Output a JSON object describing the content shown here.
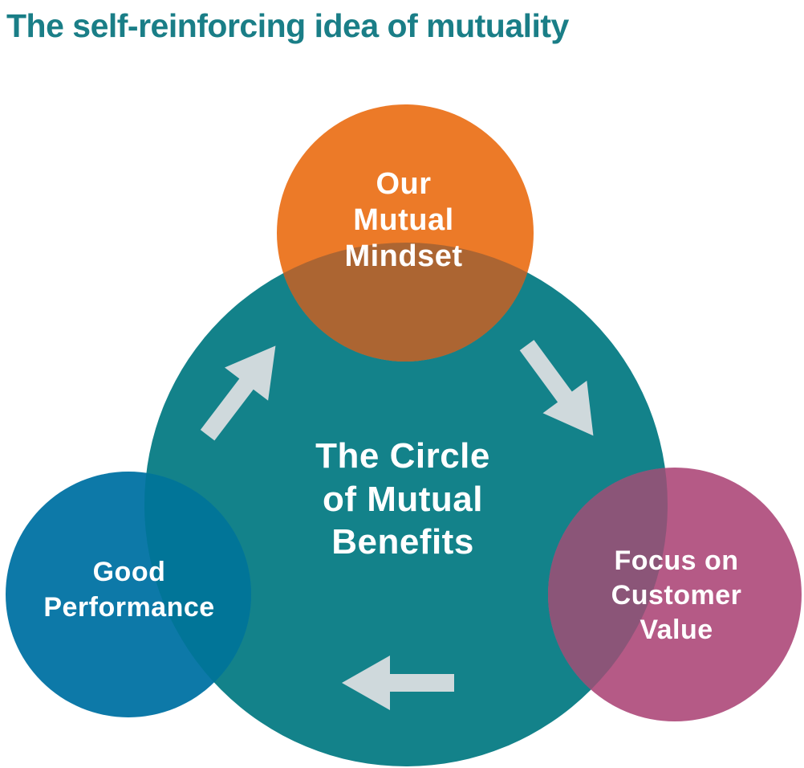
{
  "title": {
    "text": "The self-reinforcing idea of mutuality",
    "color": "#1A7E87"
  },
  "diagram": {
    "background": "#FFFFFF",
    "center": {
      "id": "circle-of-mutual-benefits",
      "label_lines": [
        "The Circle",
        "of Mutual",
        "Benefits"
      ],
      "color": "#13828A",
      "text_color": "#FFFFFF"
    },
    "nodes": [
      {
        "id": "our-mutual-mindset",
        "position": "top",
        "label_lines": [
          "Our",
          "Mutual",
          "Mindset"
        ],
        "color": "#EC7A28",
        "overlap_color": "#AC6532",
        "text_color": "#FFFFFF"
      },
      {
        "id": "good-performance",
        "position": "bottom-left",
        "label_lines": [
          "Good",
          "Performance"
        ],
        "color": "#0D79A8",
        "overlap_color": "#017598",
        "text_color": "#FFFFFF"
      },
      {
        "id": "focus-on-customer-value",
        "position": "bottom-right",
        "label_lines": [
          "Focus on",
          "Customer",
          "Value"
        ],
        "color": "#B55A86",
        "overlap_color": "#8B5578",
        "text_color": "#FFFFFF"
      }
    ],
    "arrows": {
      "color": "#CFD9DC",
      "items": [
        {
          "id": "performance-to-mindset",
          "direction": "up-right"
        },
        {
          "id": "mindset-to-customer-value",
          "direction": "down-right"
        },
        {
          "id": "customer-value-to-performance",
          "direction": "left"
        }
      ]
    }
  }
}
